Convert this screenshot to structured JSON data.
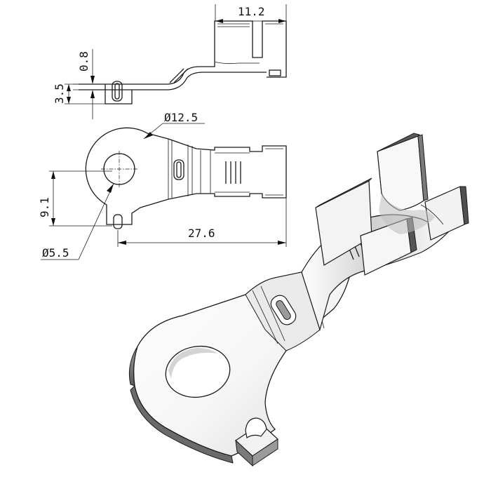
{
  "dimensions": {
    "top_width": "11.2",
    "thickness": "0.8",
    "height": "3.5",
    "ring_diameter": "Ø12.5",
    "offset": "9.1",
    "total_length": "27.6",
    "hole_diameter": "Ø5.5"
  },
  "colors": {
    "line": "#1a1a1a",
    "background": "#ffffff",
    "shade_light": "#f4f4f4",
    "shade_dark": "#8c8c8c"
  }
}
